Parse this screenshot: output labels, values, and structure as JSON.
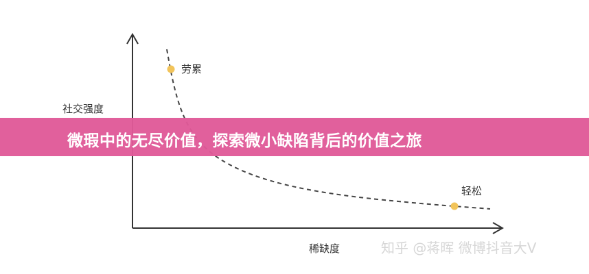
{
  "diagram": {
    "y_axis_label": "社交强度",
    "x_axis_label": "稀缺度",
    "points": [
      {
        "label": "劳累"
      },
      {
        "label": "轻松"
      }
    ],
    "colors": {
      "point": "#f2c45a",
      "curve": "#444444",
      "axis": "#333333"
    }
  },
  "banner": {
    "title": "微瑕中的无尽价值，探索微小缺陷背后的价值之旅",
    "color": "#e05a98"
  },
  "watermark": "知乎 @蒋晖 微博抖音大V"
}
